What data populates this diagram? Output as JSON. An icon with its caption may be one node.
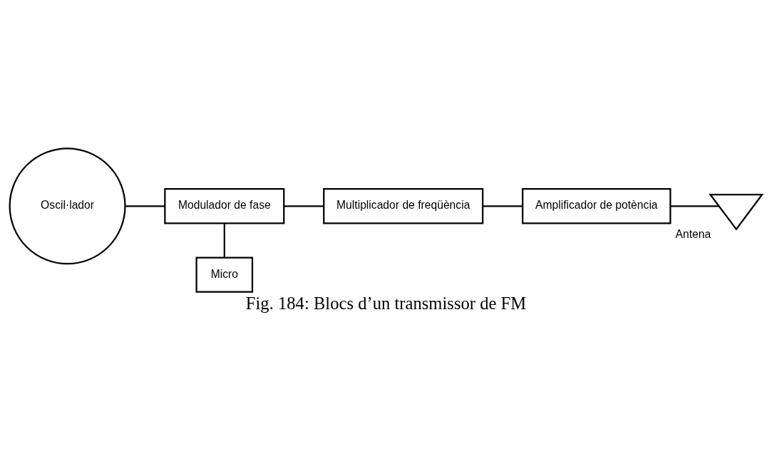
{
  "diagram": {
    "caption": "Fig. 184: Blocs d’un transmissor de FM",
    "nodes": [
      {
        "text": [
          "Oscil·lador"
        ]
      },
      {
        "text": [
          "Modulador de fase"
        ]
      },
      {
        "text": [
          "Multiplicador de freqüència"
        ]
      },
      {
        "text": [
          "Amplificador de potència"
        ]
      },
      {
        "text": [
          "Micro"
        ]
      },
      {
        "text": [
          "Antena"
        ]
      }
    ],
    "edges": [
      {
        "from": 0,
        "to": 1,
        "arrow": "none"
      },
      {
        "from": 1,
        "to": 2,
        "arrow": "none"
      },
      {
        "from": 2,
        "to": 3,
        "arrow": "none"
      },
      {
        "from": 3,
        "to": 5,
        "arrow": "none"
      },
      {
        "from": 1,
        "to": 4,
        "arrow": "none"
      }
    ]
  }
}
